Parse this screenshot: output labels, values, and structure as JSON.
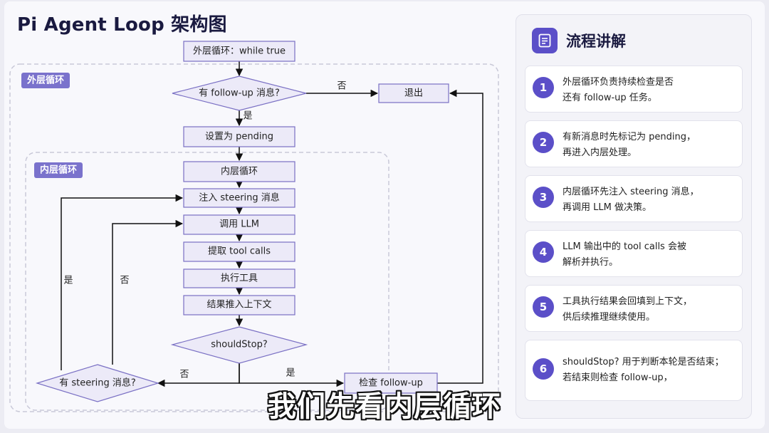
{
  "title": "Pi Agent Loop 架构图",
  "colors": {
    "accent": "#5b4fc8",
    "node_fill": "#eceaf8",
    "node_stroke": "#7a70c4",
    "group_label": "#7a72cc"
  },
  "groups": {
    "outer": "外层循环",
    "inner": "内层循环"
  },
  "nodes": {
    "start": "外层循环：while true",
    "follow_decision": "有 follow-up 消息?",
    "exit": "退出",
    "pending": "设置为 pending",
    "inner_loop": "内层循环",
    "inject": "注入 steering 消息",
    "call_llm": "调用 LLM",
    "extract": "提取 tool calls",
    "execute": "执行工具",
    "push": "结果推入上下文",
    "should_stop": "shouldStop?",
    "steering_decision": "有 steering 消息?",
    "check_follow": "检查 follow-up"
  },
  "edges": {
    "follow_no": "否",
    "follow_yes": "是",
    "steer_yes": "是",
    "steer_no": "否",
    "stop_no": "否",
    "stop_yes": "是"
  },
  "panel": {
    "title": "流程讲解",
    "icon": "document-icon",
    "steps": [
      {
        "num": "1",
        "line1": "外层循环负责持续检查是否",
        "line2": "还有 follow-up 任务。"
      },
      {
        "num": "2",
        "line1": "有新消息时先标记为 pending，",
        "line2": "再进入内层处理。"
      },
      {
        "num": "3",
        "line1": "内层循环先注入 steering 消息，",
        "line2": "再调用 LLM 做决策。"
      },
      {
        "num": "4",
        "line1": "LLM 输出中的 tool calls 会被",
        "line2": "解析并执行。"
      },
      {
        "num": "5",
        "line1": "工具执行结果会回填到上下文，",
        "line2": "供后续推理继续使用。"
      },
      {
        "num": "6",
        "line1": "shouldStop? 用于判断本轮是否结束；",
        "line2": "若结束则检查 follow-up，"
      }
    ]
  },
  "subtitle": "我们先看内层循环"
}
